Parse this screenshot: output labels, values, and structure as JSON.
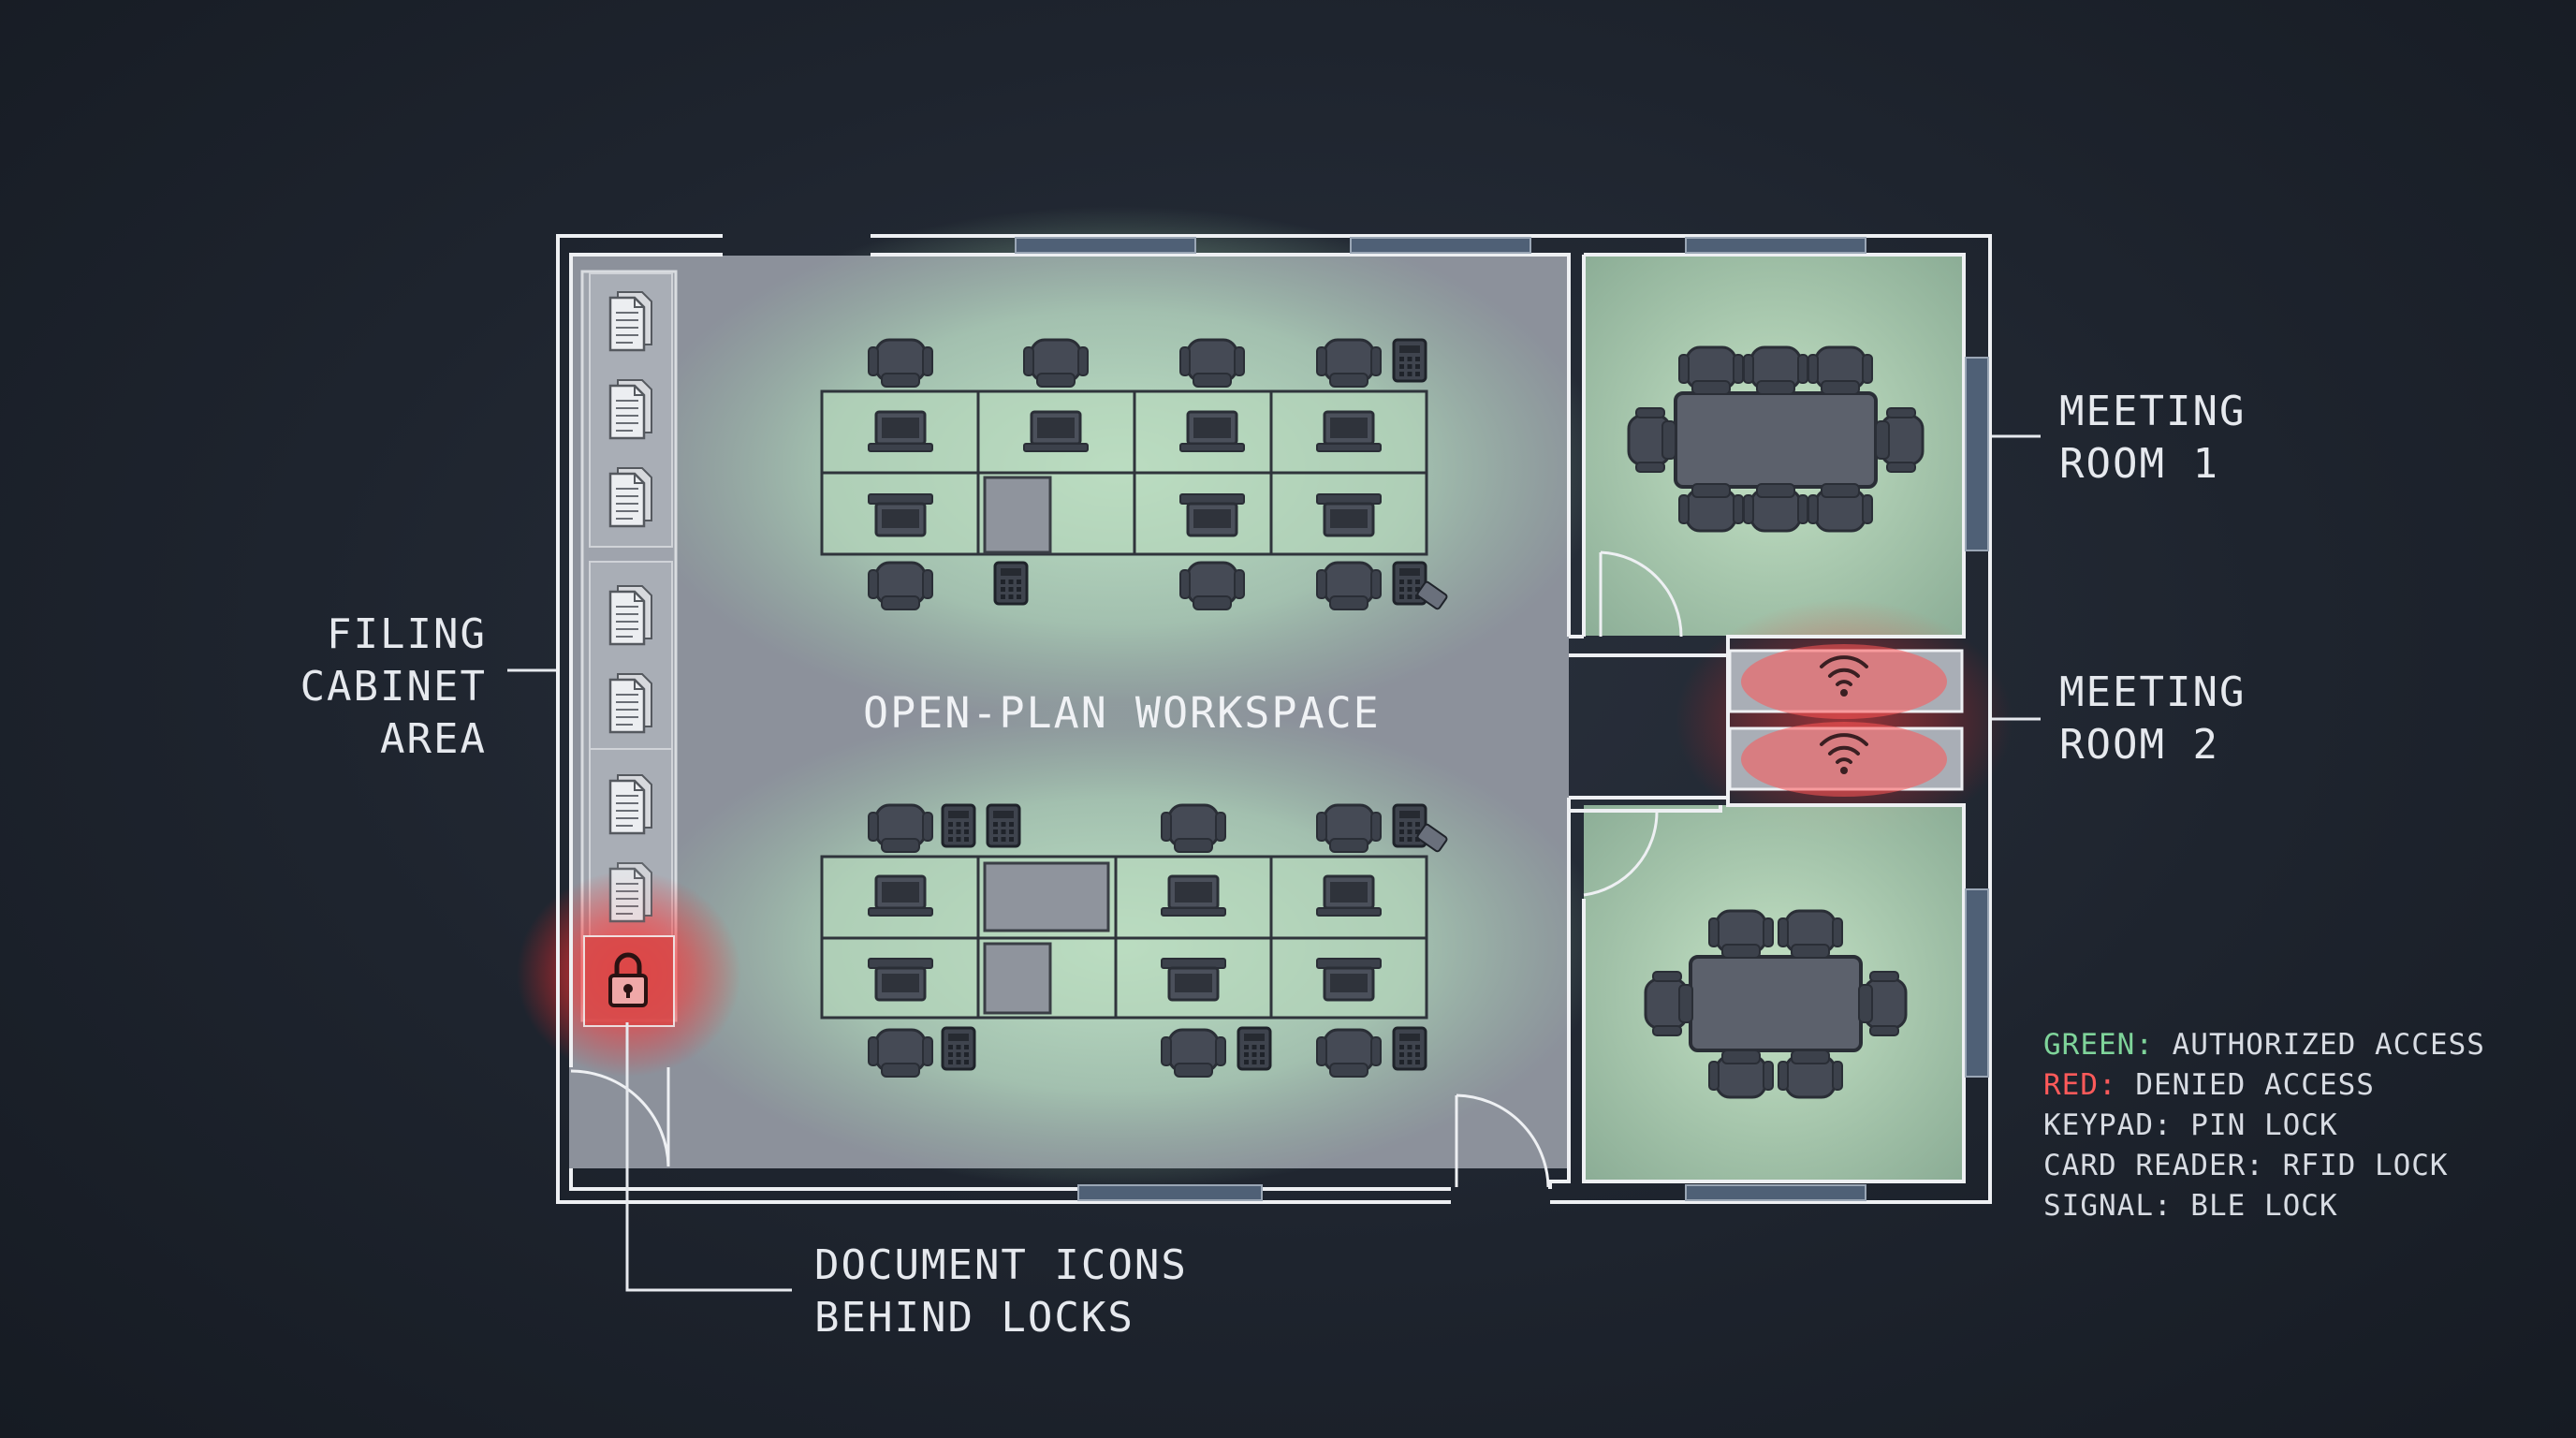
{
  "labels": {
    "workspace": "OPEN-PLAN WORKSPACE",
    "filing": [
      "FILING",
      "CABINET",
      "AREA"
    ],
    "meeting1": [
      "MEETING",
      "ROOM 1"
    ],
    "meeting2": [
      "MEETING",
      "ROOM 2"
    ],
    "documents": [
      "DOCUMENT ICONS",
      "BEHIND LOCKS"
    ]
  },
  "legend": {
    "green_key": "GREEN:",
    "green_value": " AUTHORIZED ACCESS",
    "red_key": "RED:",
    "red_value": " DENIED ACCESS",
    "keypad": "KEYPAD: PIN LOCK",
    "card": "CARD READER: RFID LOCK",
    "signal": "SIGNAL: BLE LOCK"
  },
  "colors": {
    "authorized": "#7fd49a",
    "denied": "#ff5a5a",
    "floor": "#8a8f99",
    "wall": "#eef0f3",
    "furniture": "#4a4f5a",
    "window": "#5b6b80"
  },
  "icons": {
    "document": "document-icon",
    "lock": "padlock-icon",
    "keypad": "keypad-icon",
    "card_reader": "card-reader-icon",
    "signal": "wifi-signal-icon",
    "laptop": "laptop-icon",
    "chair": "chair-icon"
  }
}
